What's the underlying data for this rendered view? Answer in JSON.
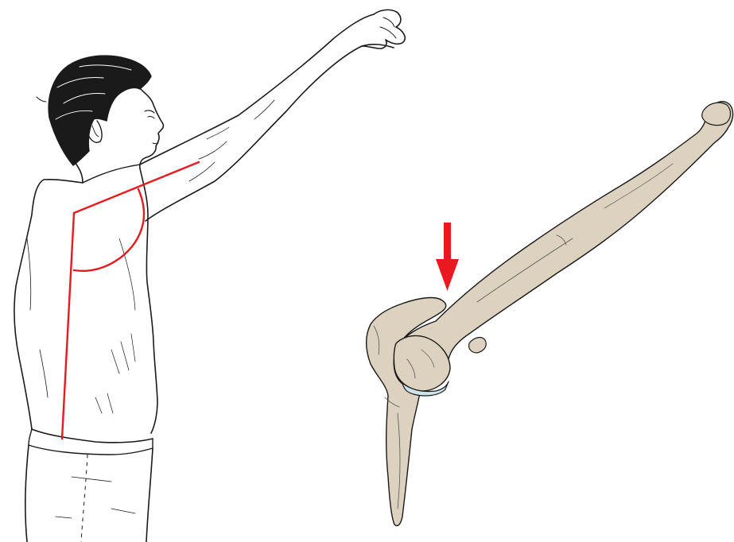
{
  "figure": {
    "left_panel": {
      "subject": "man-raising-arm-side-view",
      "measurement_color": "#e8191f",
      "line_color": "#1a1a1a"
    },
    "right_panel": {
      "subject": "humerus-and-scapula-bones",
      "bone_color": "#ddd2bf",
      "cartilage_color": "#cfe3ea",
      "arrow_color": "#e8191f",
      "arrow_direction": "down"
    }
  }
}
